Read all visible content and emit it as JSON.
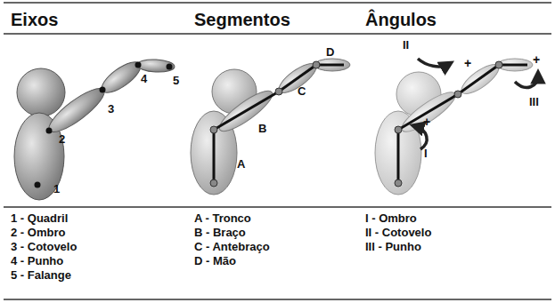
{
  "diagram": {
    "labels": [
      "Eixos",
      "Segmentos",
      "Ângulos",
      "1",
      "2",
      "3",
      "4",
      "5",
      "A",
      "B",
      "C",
      "D",
      "I",
      "II",
      "III",
      "+",
      "+",
      "+",
      "1 - Quadril",
      "2 - Ombro",
      "3 - Cotovelo",
      "4 - Punho",
      "5 - Falange",
      "A - Tronco",
      "B - Braço",
      "C - Antebraço",
      "D - Mão",
      "I - Ombro",
      "II - Cotovelo",
      "III - Punho"
    ]
  }
}
